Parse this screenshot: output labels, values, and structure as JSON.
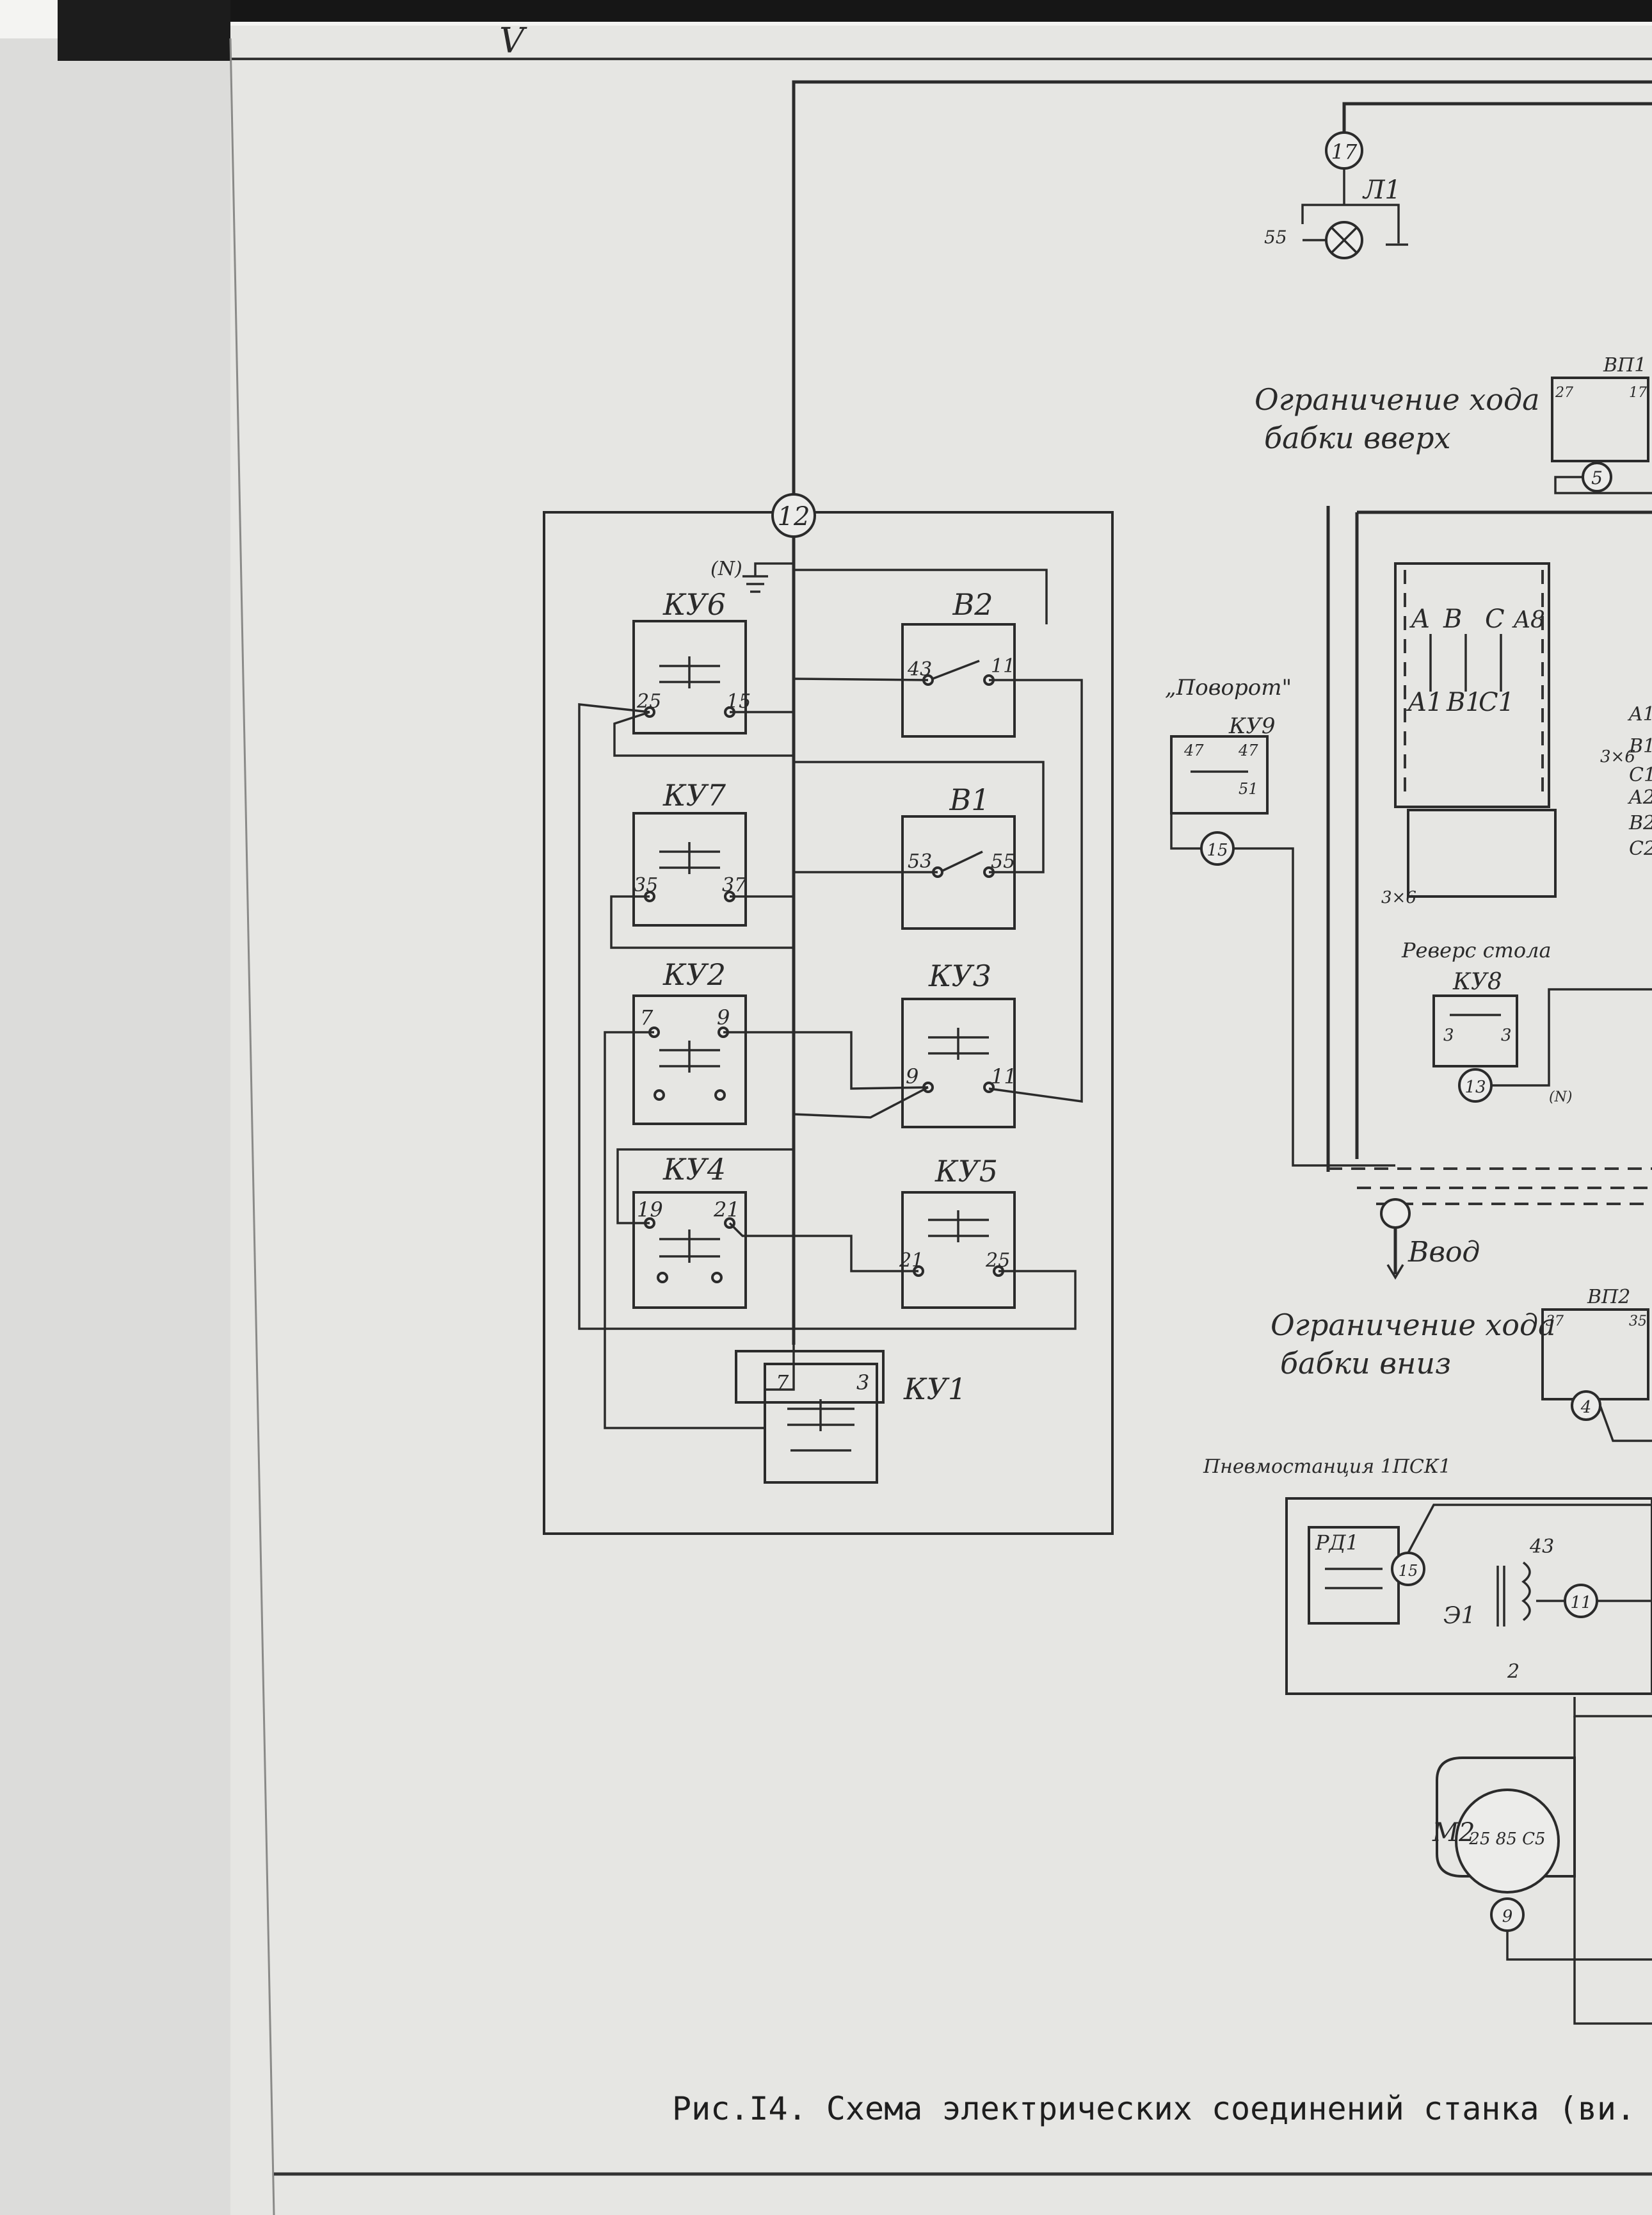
{
  "caption": "Рис.I4. Схема электрических соединений станка (ви.",
  "colors": {
    "paper": "#e6e6e3",
    "ink": "#2b2b2b",
    "margin": "#c9c9c6"
  },
  "top_mark": "V",
  "main_panel": {
    "terminal": "12",
    "ground": "(N)",
    "buttons": {
      "ku6": {
        "name": "КУ6",
        "t1": "25",
        "t2": "15"
      },
      "ku7": {
        "name": "КУ7",
        "t1": "35",
        "t2": "37"
      },
      "ku2": {
        "name": "КУ2",
        "t1": "7",
        "t2": "9"
      },
      "ku4": {
        "name": "КУ4",
        "t1": "19",
        "t2": "21"
      },
      "ku3": {
        "name": "КУ3",
        "t1": "9",
        "t2": "11"
      },
      "ku5": {
        "name": "КУ5",
        "t1": "21",
        "t2": "25"
      },
      "ku1": {
        "name": "КУ1",
        "t1": "7",
        "t2": "3"
      }
    },
    "switches": {
      "b2": {
        "name": "В2",
        "t1": "43",
        "t2": "11"
      },
      "b1": {
        "name": "В1",
        "t1": "53",
        "t2": "55"
      }
    }
  },
  "right_side": {
    "lamp": {
      "name": "Л1",
      "terminal": "17",
      "wire": "55"
    },
    "limit_up": {
      "label_line1": "Ограничение хода",
      "label_line2": "бабки вверх",
      "device": "ВП1",
      "terminal": "5",
      "t1": "27",
      "t2": "17"
    },
    "turn": {
      "label": "„Поворот\"",
      "device": "КУ9",
      "t1": "47",
      "t2": "47",
      "t3": "51",
      "terminal": "15"
    },
    "contactor": {
      "top": [
        "A",
        "B",
        "C",
        "A8"
      ],
      "bottom": [
        "A1",
        "B1",
        "C1"
      ],
      "mark1": "3×6",
      "mark2": "3×6"
    },
    "side_labels": [
      "A1",
      "B1",
      "C1",
      "A2",
      "B2",
      "C2"
    ],
    "reverse_table": {
      "label": "Реверс стола",
      "device": "КУ8",
      "t1": "3",
      "t2": "3",
      "terminal": "13",
      "ground": "(N)"
    },
    "input": {
      "label": "Ввод"
    },
    "limit_down": {
      "label_line1": "Ограничение хода",
      "label_line2": "бабки вниз",
      "device": "ВП2",
      "t1": "37",
      "t2": "35",
      "terminal": "4"
    },
    "pneumo": {
      "label": "Пневмостанция 1ПСК1",
      "device": "РД1",
      "terminal": "15",
      "coil": "Э1",
      "c1": "43",
      "c2": "2",
      "terminal2": "11"
    },
    "motor": {
      "name": "М2",
      "terminals": "25 85 C5",
      "terminal": "9"
    }
  }
}
